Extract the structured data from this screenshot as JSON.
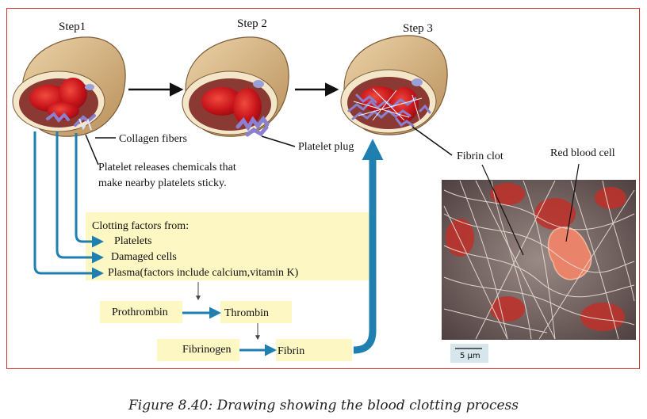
{
  "steps": [
    "Step1",
    "Step 2",
    "Step 3"
  ],
  "labels": {
    "collagen": "Collagen fibers",
    "platelet_release_1": "Platelet releases chemicals that",
    "platelet_release_2": "make nearby platelets sticky.",
    "platelet_plug": "Platelet plug",
    "fibrin_clot": "Fibrin clot",
    "red_blood_cell": "Red blood cell",
    "scale_bar": "5 µm"
  },
  "clotting": {
    "header": "Clotting factors from:",
    "items": [
      "Platelets",
      "Damaged cells",
      "Plasma(factors include calcium,vitamin K)"
    ]
  },
  "cascade": {
    "prothrombin": "Prothrombin",
    "thrombin": "Thrombin",
    "fibrinogen": "Fibrinogen",
    "fibrin": "Fibrin"
  },
  "caption": "Figure 8.40: Drawing showing the blood clotting process",
  "colors": {
    "frame": "#d8342f",
    "arrow_blue": "#1f7fb0",
    "highlight": "#fdf7c3",
    "vessel_tan": "#d7b787",
    "blood_red": "#d21d1d",
    "platelet_purple": "#8b80cf"
  }
}
